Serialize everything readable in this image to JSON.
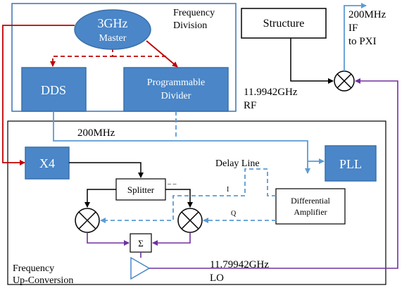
{
  "blocks": {
    "master": {
      "line1": "3GHz",
      "line2": "Master"
    },
    "dds": "DDS",
    "prog_divider": {
      "line1": "Programmable",
      "line2": "Divider"
    },
    "x4": "X4",
    "pll": "PLL",
    "structure": "Structure",
    "splitter": "Splitter",
    "sum": "Σ",
    "diff_amp": {
      "line1": "Differential",
      "line2": "Amplifier"
    }
  },
  "labels": {
    "freq_division": {
      "line1": "Frequency",
      "line2": "Division"
    },
    "freq_upconversion": {
      "line1": "Frequency",
      "line2": "Up-Conversion"
    },
    "mhz200": "200MHz",
    "if_out": {
      "line1": "200MHz",
      "line2": "IF",
      "line3": "to PXI"
    },
    "rf": {
      "line1": "11.9942GHz",
      "line2": "RF"
    },
    "lo": {
      "line1": "11.79942GHz",
      "line2": "LO"
    },
    "delay_line": "Delay Line",
    "i": "I",
    "q": "Q",
    "minus_marks": "– –"
  },
  "colors": {
    "block_fill": "#4a86c8",
    "block_stroke": "#3a70aa",
    "frame_blue": "#3c72b0",
    "red_line": "#c00000",
    "light_blue_line": "#5b9bd5",
    "purple_line": "#7030a0",
    "black_line": "#000000"
  }
}
